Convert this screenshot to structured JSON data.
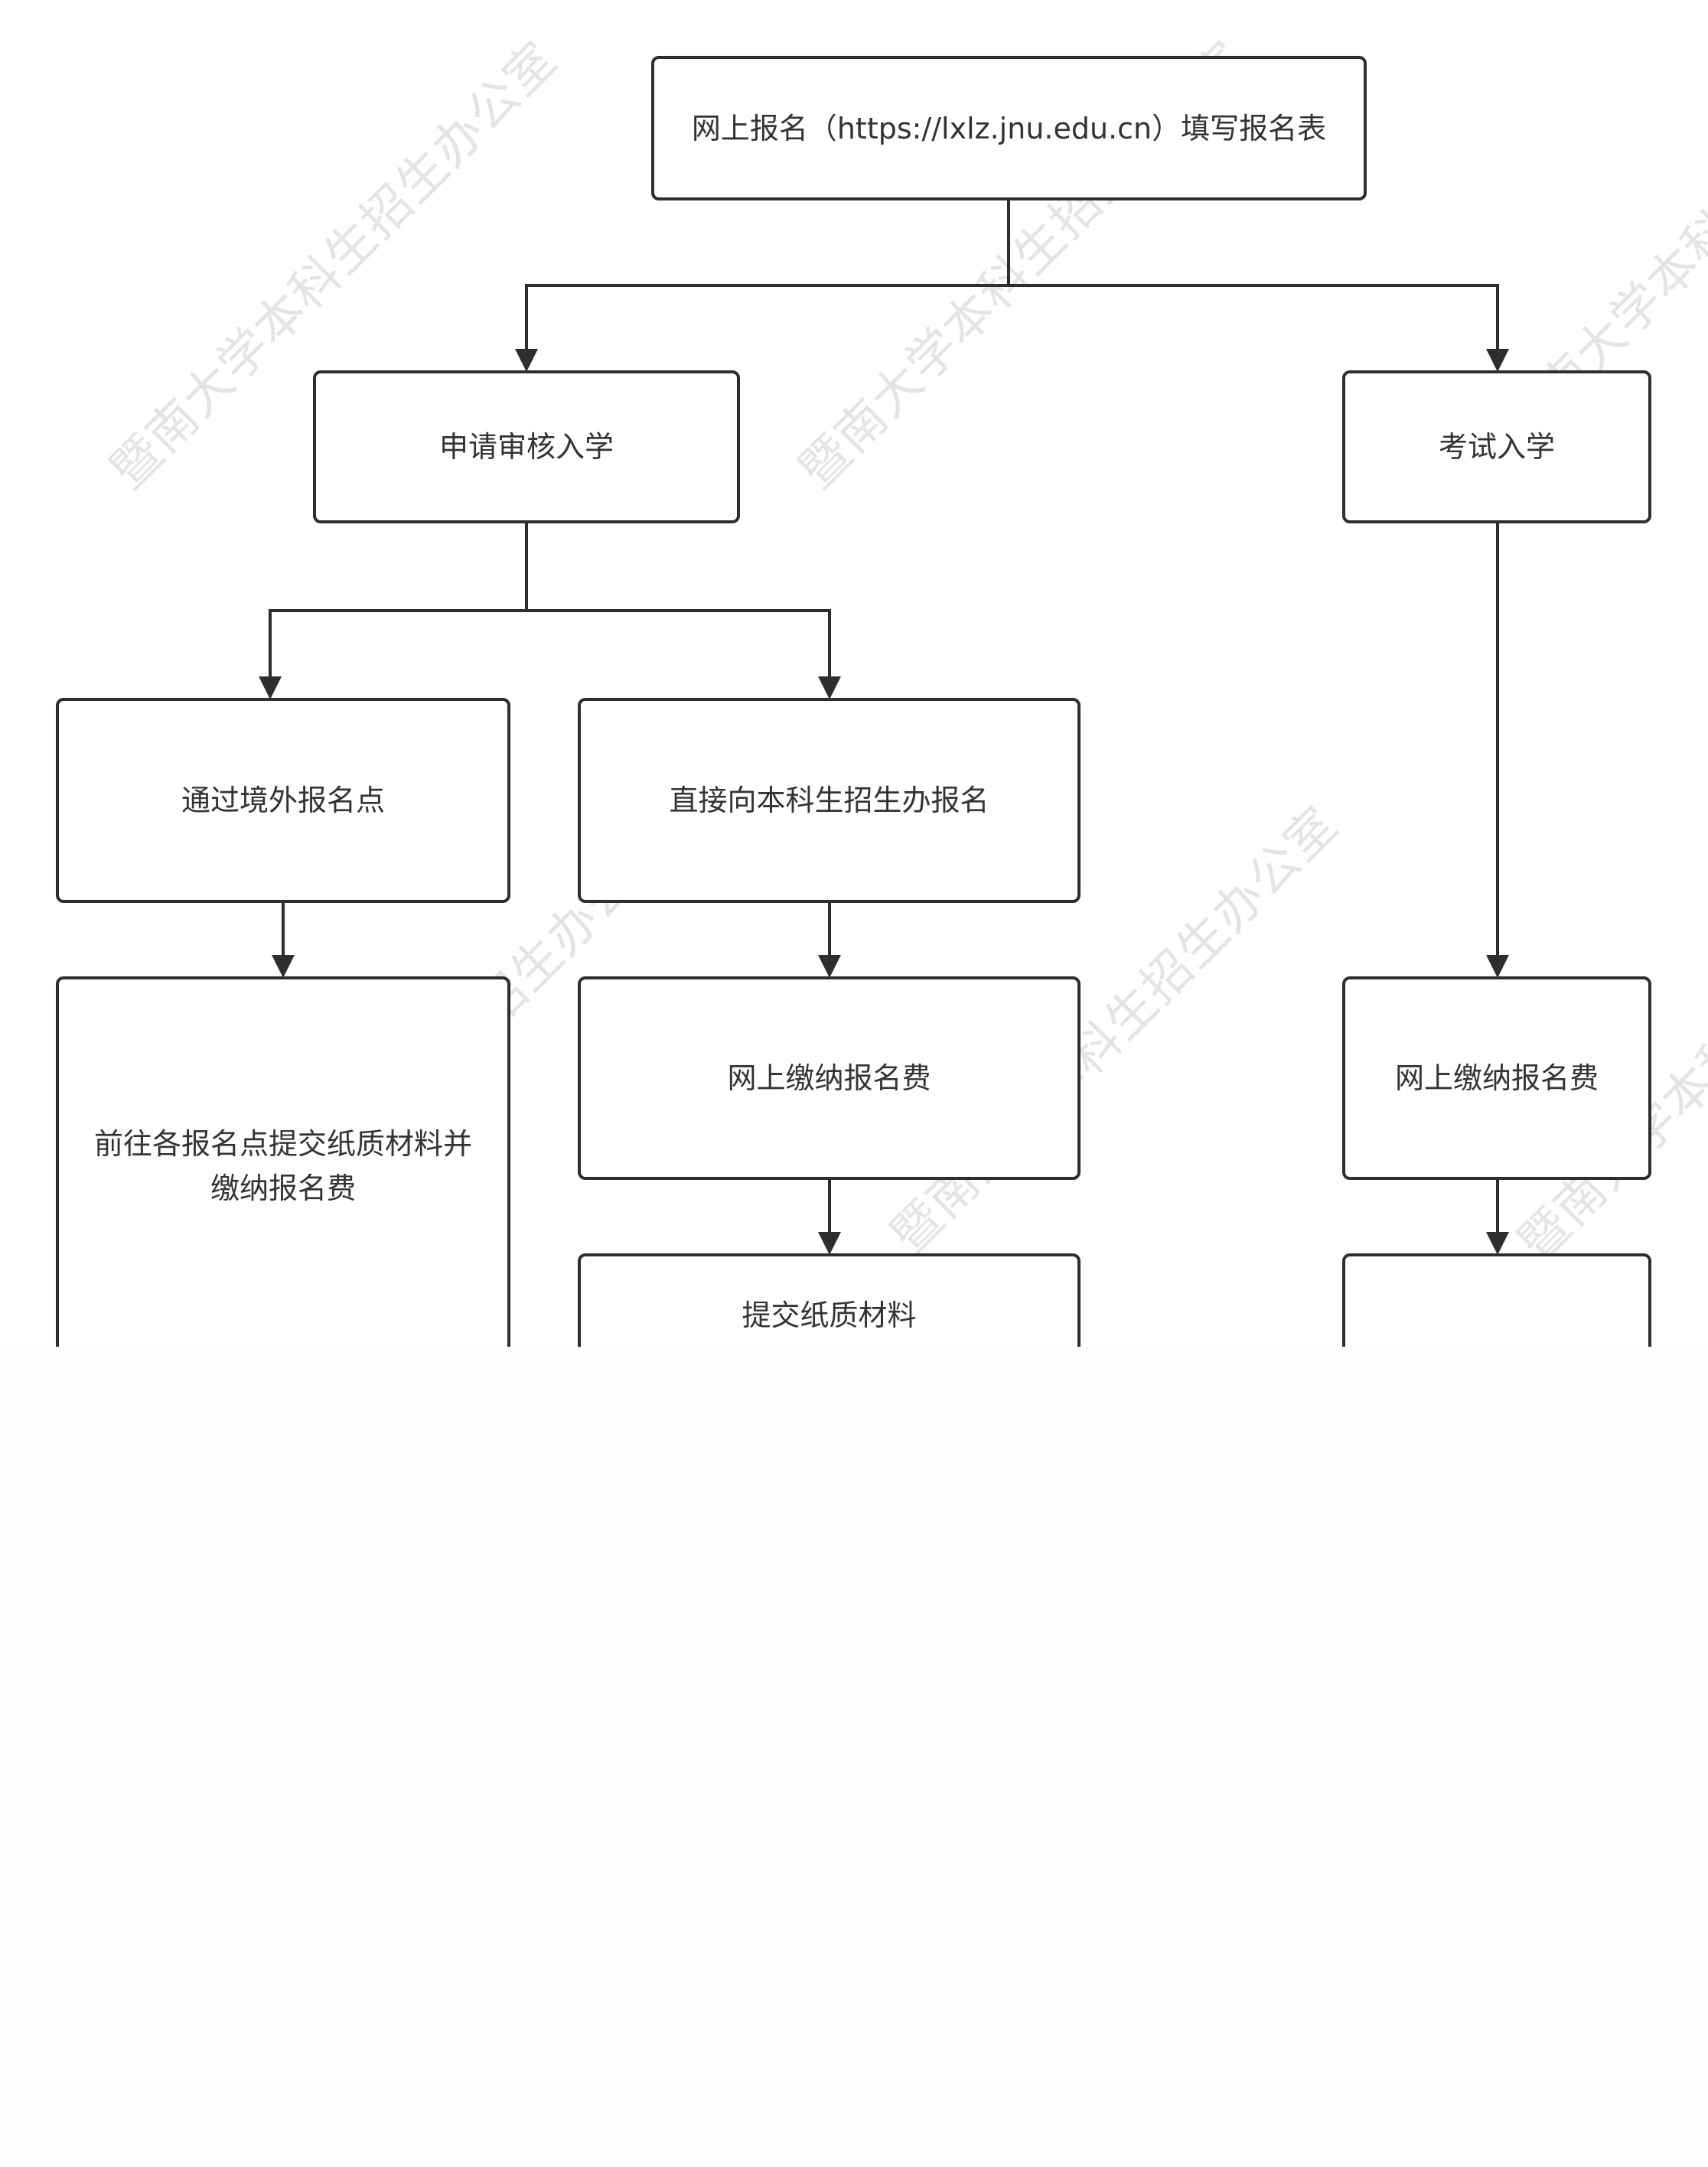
{
  "watermark": {
    "text": "暨南大学本科生招生办公室"
  },
  "nodes": {
    "online_registration": "网上报名（https://lxlz.jnu.edu.cn）填写报名表",
    "application_review": "申请审核入学",
    "exam_admission": "考试入学",
    "overseas_point": "通过境外报名点",
    "direct_office": "直接向本科生招生办报名",
    "submit_pay_point": "前往各报名点提交纸质材料并缴纳报名费",
    "pay_online_direct": "网上缴纳报名费",
    "pay_online_exam": "网上缴纳报名费",
    "submit_paper": "提交纸质材料",
    "exam_next": ""
  },
  "colors": {
    "line": "#2e2e2e",
    "text": "#333333",
    "watermark": "#dcdcdc",
    "page": "#fdfdfb"
  }
}
